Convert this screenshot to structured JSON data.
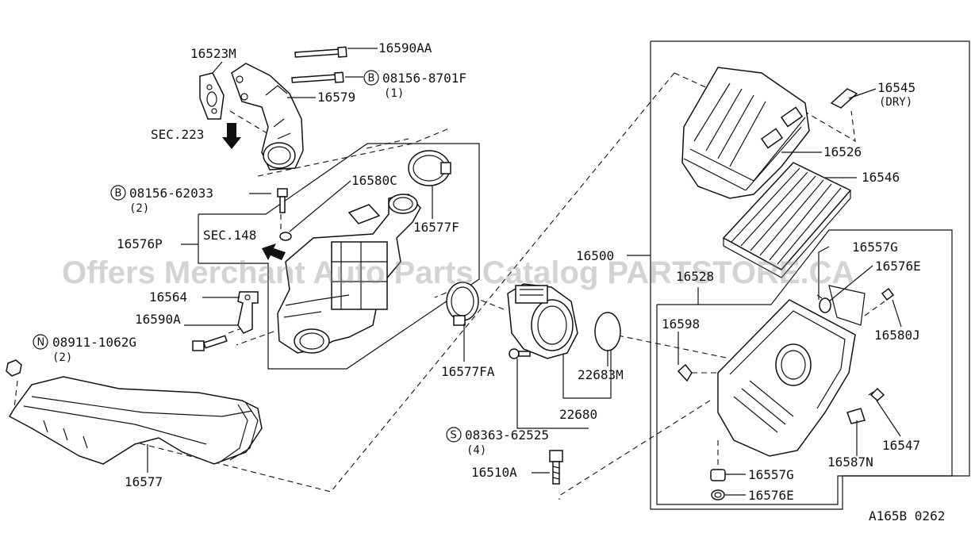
{
  "watermark": "Offers Merchant Auto Parts Catalog PARTSTORE.CA",
  "diagram_code": "A165B 0262",
  "labels": {
    "p16523M": "16523M",
    "p16590AA": "16590AA",
    "p08156_8701F": "08156-8701F",
    "p08156_8701F_qty": "(1)",
    "p16579": "16579",
    "sec223": "SEC.223",
    "p16580C": "16580C",
    "p08156_62033": "08156-62033",
    "p08156_62033_qty": "(2)",
    "p16577F": "16577F",
    "p16576P": "16576P",
    "sec148": "SEC.148",
    "p16564": "16564",
    "p16590A": "16590A",
    "p08911_1062G": "08911-1062G",
    "p08911_1062G_qty": "(2)",
    "p16577": "16577",
    "p16577FA": "16577FA",
    "p08363_62525": "08363-62525",
    "p08363_62525_qty": "(4)",
    "p16510A": "16510A",
    "p22680": "22680",
    "p22683M": "22683M",
    "p16500": "16500",
    "p16528": "16528",
    "p16545": "16545",
    "p16545_note": "(DRY)",
    "p16526": "16526",
    "p16546": "16546",
    "p16557G_top": "16557G",
    "p16576E_top": "16576E",
    "p16598": "16598",
    "p16580J": "16580J",
    "p16547": "16547",
    "p16587N": "16587N",
    "p16557G_bottom": "16557G",
    "p16576E_bottom": "16576E"
  },
  "markers": {
    "bolt_b": "B",
    "nut_n": "N",
    "screw_s": "S"
  }
}
